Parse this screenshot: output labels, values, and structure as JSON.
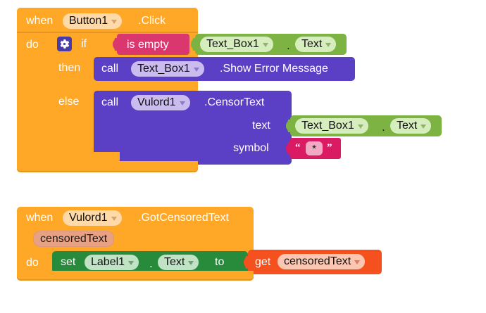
{
  "app": {
    "name": "MIT App Inventor Blocks Editor",
    "canvas_background": "#ffffff",
    "grid_mark": "+"
  },
  "colors": {
    "event_block": "#FFA726",
    "control_block": "#FFA726",
    "method_call_block": "#5B3FC4",
    "component_getter_block": "#7CB342",
    "component_setter_block": "#288B3C",
    "logic_text_block": "#D9376E",
    "string_block": "#DB1A64",
    "variable_get_block": "#F4511E",
    "mutator_icon": "#4A3BAA"
  },
  "blocks": {
    "event_click": {
      "when": "when",
      "component": "Button1",
      "event": ".Click",
      "do": "do",
      "if_control": {
        "gear_icon": "gear-icon",
        "if": "if",
        "then": "then",
        "else": "else",
        "condition": {
          "operator": "is empty",
          "value": {
            "component": "Text_Box1",
            "separator": ".",
            "property": "Text"
          }
        },
        "then_statement": {
          "call": "call",
          "component": "Text_Box1",
          "method": ".Show Error Message"
        },
        "else_statement": {
          "call": "call",
          "component": "Vulord1",
          "method": ".CensorText",
          "params": [
            {
              "name": "text",
              "value": {
                "component": "Text_Box1",
                "separator": ".",
                "property": "Text"
              }
            },
            {
              "name": "symbol",
              "string_value": "*",
              "open_quote": "“",
              "close_quote": "”"
            }
          ]
        }
      }
    },
    "event_got_censored": {
      "when": "when",
      "component": "Vulord1",
      "event": ".GotCensoredText",
      "parameter": "censoredText",
      "do": "do",
      "set_statement": {
        "set": "set",
        "component": "Label1",
        "separator": ".",
        "property": "Text",
        "to": "to",
        "value": {
          "get": "get",
          "variable": "censoredText"
        }
      }
    }
  }
}
